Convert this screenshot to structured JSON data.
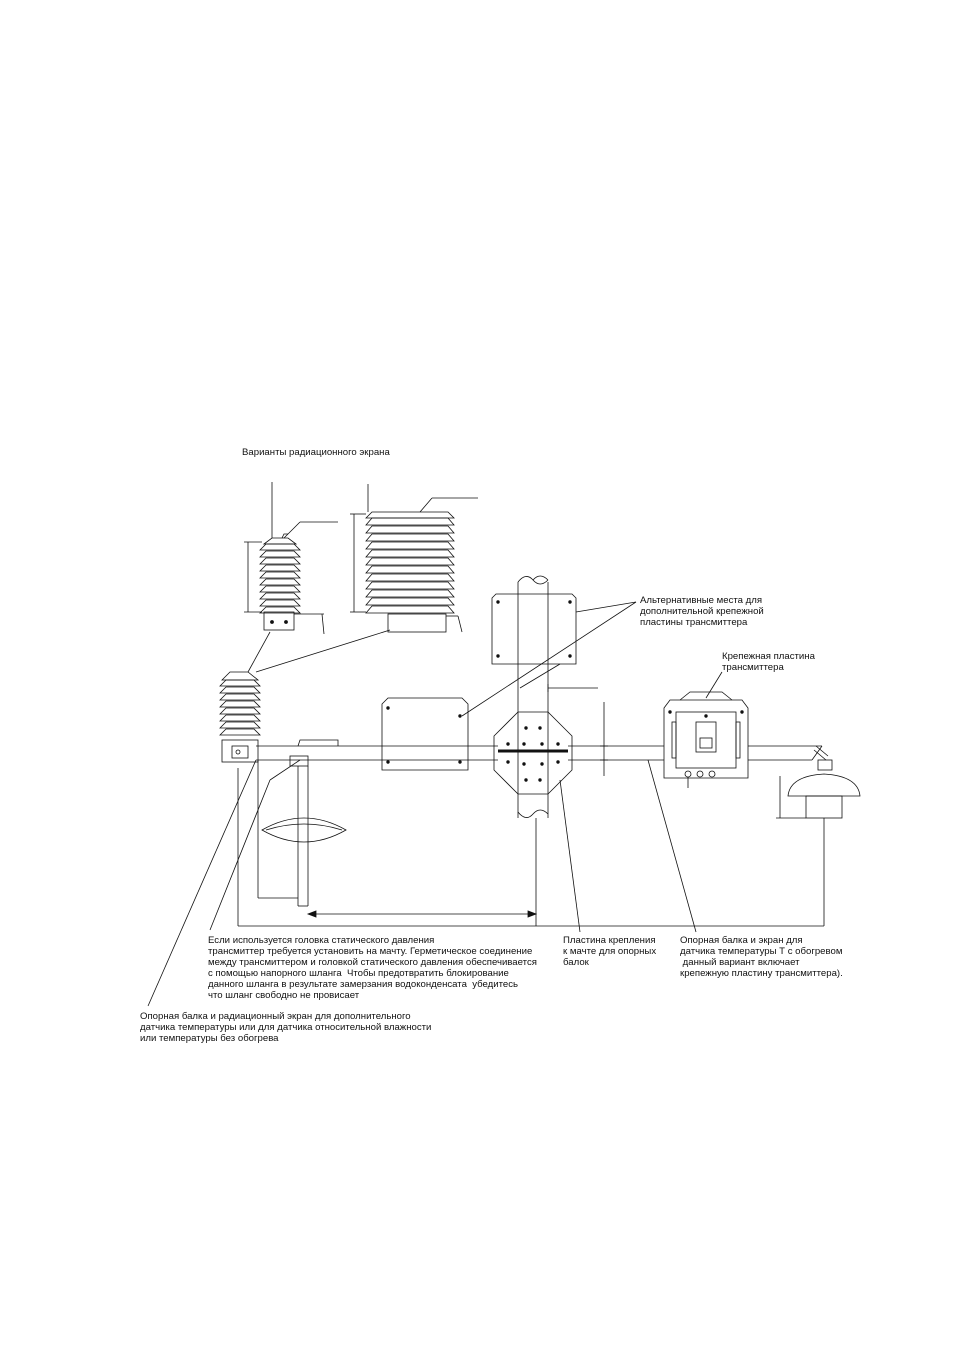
{
  "title": "Варианты радиационного экрана",
  "callouts": {
    "alt_locations": "Альтернативные места для\nдополнительной крепежной\nпластины трансмиттера",
    "transmitter_plate": "Крепежная пластина\nтрансмиттера",
    "static_pressure": "Если используется головка статического давления\nтрансмиттер требуется установить на мачту. Герметическое соединение\nмежду трансмиттером и головкой статического давления обеспечивается\nс помощью напорного шланга  Чтобы предотвратить блокирование\nданного шланга в результате замерзания водоконденсата  убедитесь\nчто шланг свободно не провисает",
    "mast_plate": "Пластина крепления\nк мачте для опорных\nбалок",
    "heated_sensor": "Опорная балка и экран для\nдатчика температуры Т с обогревом\n данный вариант включает\nкрепежную пластину трансмиттера).",
    "radiation_shield_beam": "Опорная балка и радиационный экран для дополнительного\nдатчика температуры или для датчика относительной влажности\nили температуры без обогрева"
  },
  "colors": {
    "line": "#111111",
    "background": "#ffffff"
  }
}
